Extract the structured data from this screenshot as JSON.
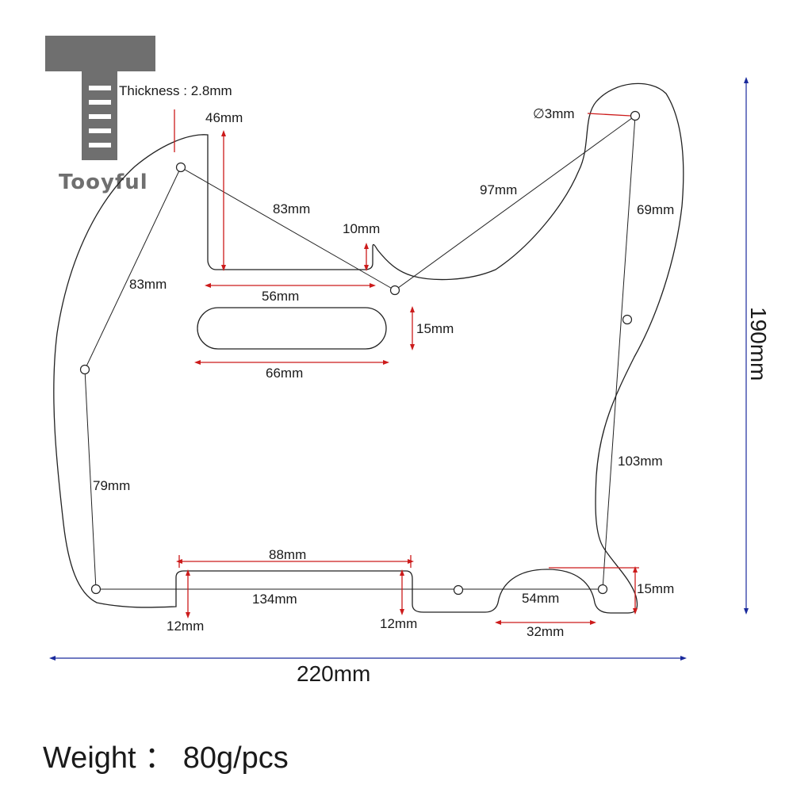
{
  "logo": {
    "text": "Tooyful",
    "color": "#6f6f6f"
  },
  "colors": {
    "dimension_red": "#cc1b1b",
    "dimension_blue": "#1a2a9c",
    "outline": "#222222"
  },
  "labels": {
    "thickness": "Thickness : 2.8mm",
    "hole_dia": "∅3mm",
    "d46": "46mm",
    "d83_top": "83mm",
    "d97": "97mm",
    "d69": "69mm",
    "d10": "10mm",
    "d83_left": "83mm",
    "d56": "56mm",
    "d15_slot": "15mm",
    "d66": "66mm",
    "d79": "79mm",
    "d103": "103mm",
    "d88": "88mm",
    "d134": "134mm",
    "d54": "54mm",
    "d15_bottom": "15mm",
    "d12_left": "12mm",
    "d12_right": "12mm",
    "d32": "32mm",
    "width": "220mm",
    "height": "190mm"
  },
  "weight": "Weight ： 80g/pcs"
}
